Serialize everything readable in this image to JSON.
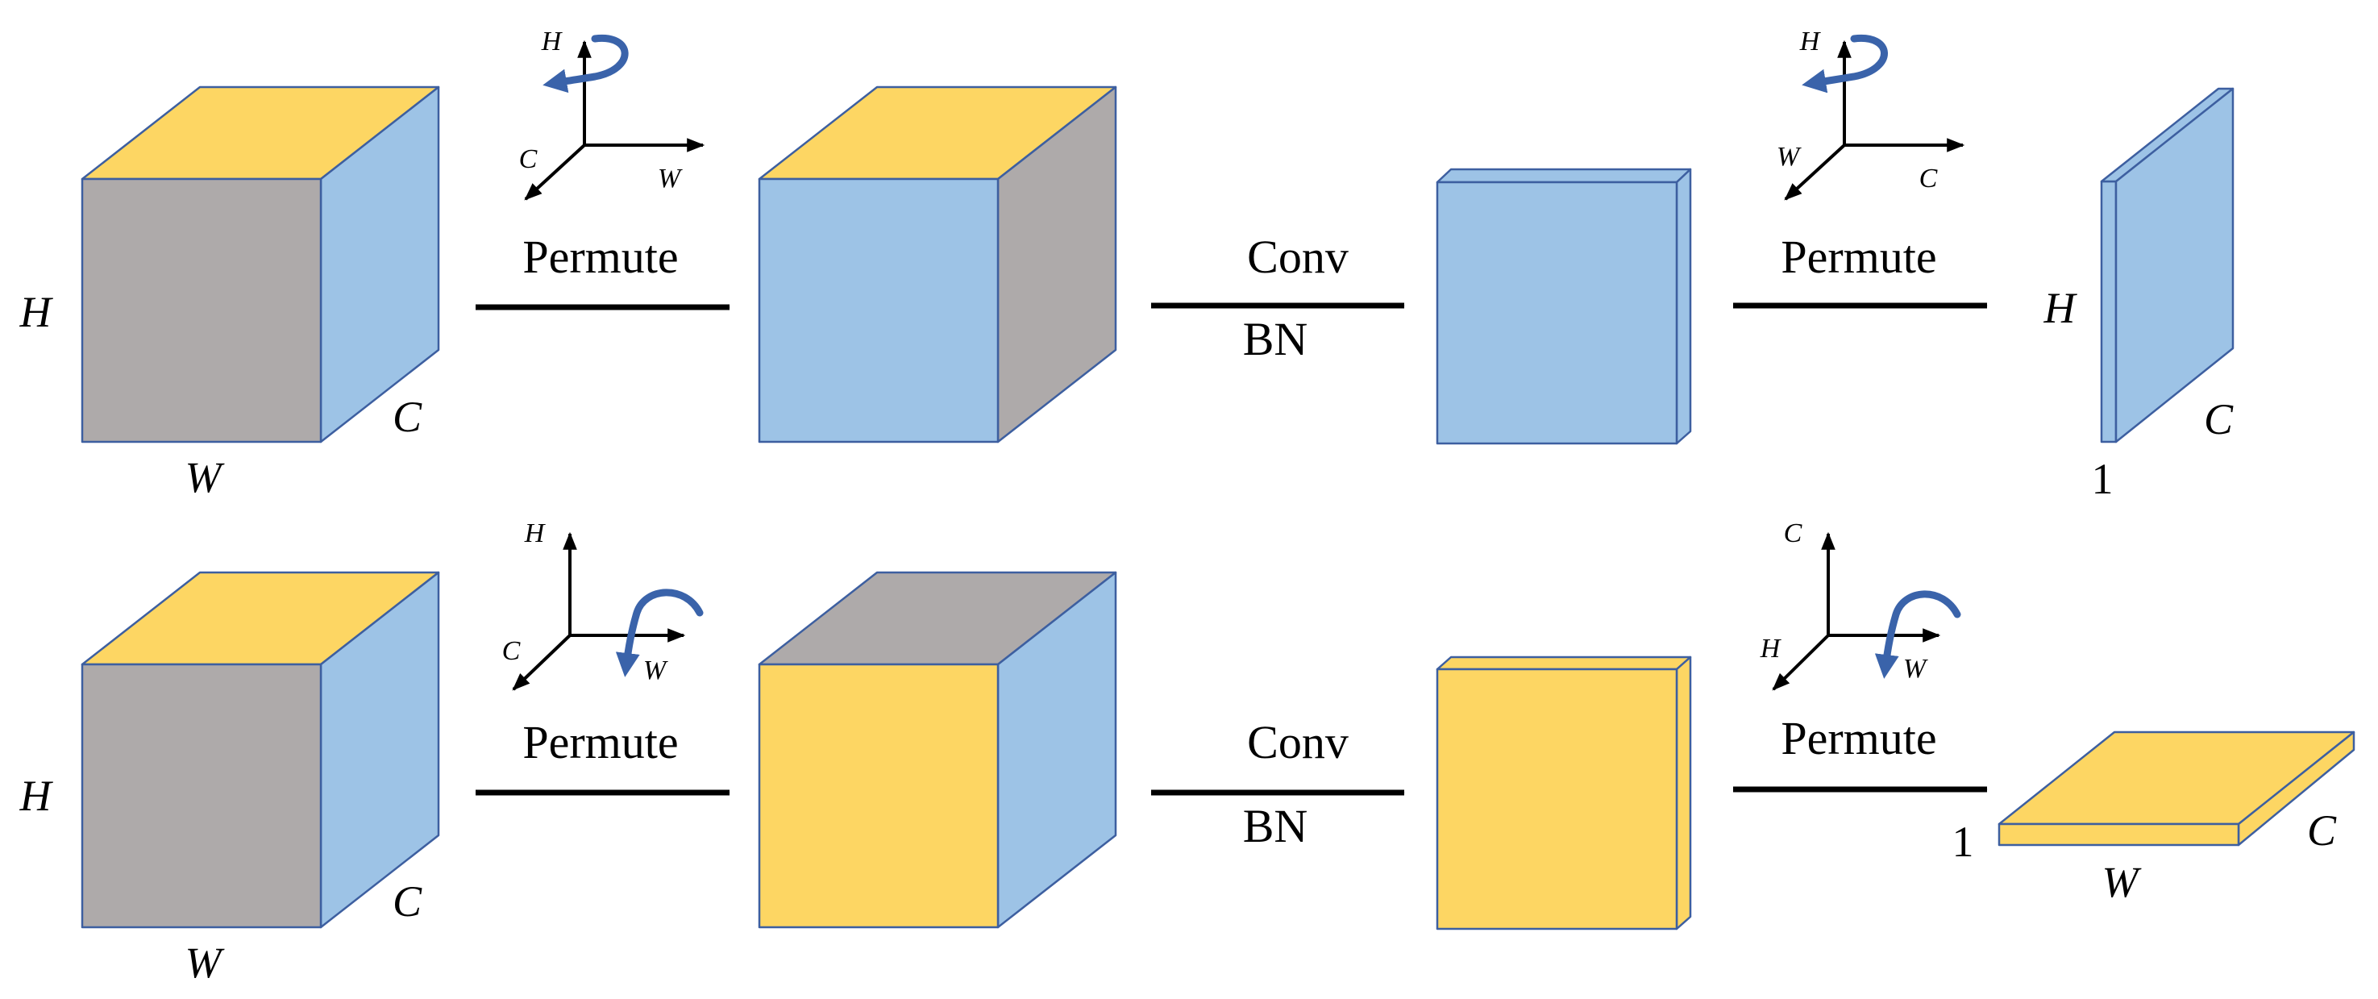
{
  "colors": {
    "yellow": "#fdd663",
    "gray": "#aeaaaa",
    "blue": "#9dc3e6",
    "edge": "#3d5fa0",
    "rotation_arrow": "#3a63aa"
  },
  "row1": {
    "input_labels": {
      "height": "H",
      "width": "W",
      "channel": "C"
    },
    "permute1": {
      "label": "Permute",
      "axis_labels": {
        "up": "H",
        "left": "C",
        "right": "W"
      },
      "rotation_about": "H"
    },
    "conv": {
      "label_top": "Conv",
      "label_bottom": "BN"
    },
    "permute2": {
      "label": "Permute",
      "axis_labels": {
        "up": "H",
        "left": "W",
        "right": "C"
      },
      "rotation_about": "H"
    },
    "output_labels": {
      "height": "H",
      "channel": "C",
      "one": "1"
    }
  },
  "row2": {
    "input_labels": {
      "height": "H",
      "width": "W",
      "channel": "C"
    },
    "permute1": {
      "label": "Permute",
      "axis_labels": {
        "up": "H",
        "left": "C",
        "right": "W"
      },
      "rotation_about": "W"
    },
    "conv": {
      "label_top": "Conv",
      "label_bottom": "BN"
    },
    "permute2": {
      "label": "Permute",
      "axis_labels": {
        "up": "C",
        "left": "H",
        "right": "W"
      },
      "rotation_about": "W"
    },
    "output_labels": {
      "width": "W",
      "channel": "C",
      "one": "1"
    }
  }
}
